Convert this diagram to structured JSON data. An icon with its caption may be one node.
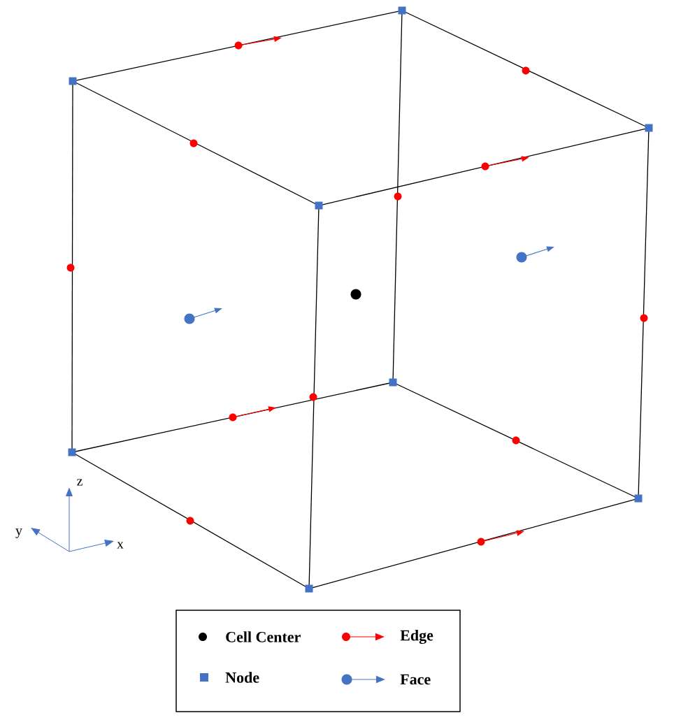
{
  "diagram": {
    "labels": [
      "z",
      "y",
      "x"
    ],
    "legend": [
      {
        "text": "Cell Center"
      },
      {
        "text": "Edge"
      },
      {
        "text": "Node"
      },
      {
        "text": "Face"
      }
    ]
  }
}
